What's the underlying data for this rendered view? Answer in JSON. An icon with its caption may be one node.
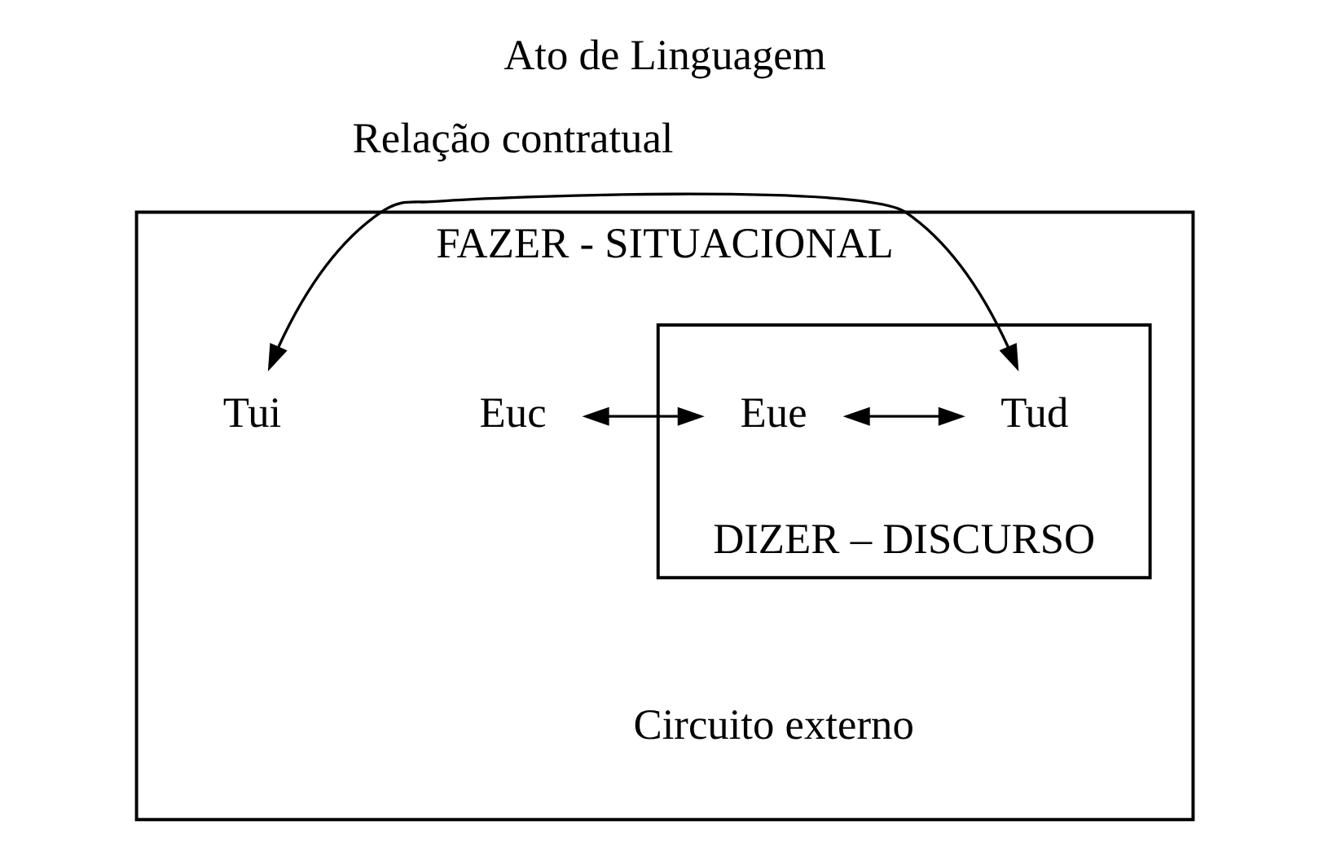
{
  "diagram": {
    "title": "Ato de Linguagem",
    "nodes": [
      {
        "text": [
          "FAZER - SITUACIONAL",
          "Circuito externo"
        ]
      },
      {
        "text": [
          "DIZER – DISCURSO"
        ],
        "in": 0
      },
      {
        "text": [
          "Euc"
        ],
        "in": 0
      },
      {
        "text": [
          "Eue"
        ],
        "in": 1
      },
      {
        "text": [
          "Tud"
        ],
        "in": 1
      },
      {
        "text": [
          "Tui"
        ],
        "in": 0
      }
    ],
    "edges": [
      {
        "from": 2,
        "to": 3,
        "arrow": "both"
      },
      {
        "from": 3,
        "to": 4,
        "arrow": "both"
      },
      {
        "from": 4,
        "to": 5,
        "arrow": "both"
      }
    ],
    "labels": [
      "Relação contratual"
    ]
  }
}
